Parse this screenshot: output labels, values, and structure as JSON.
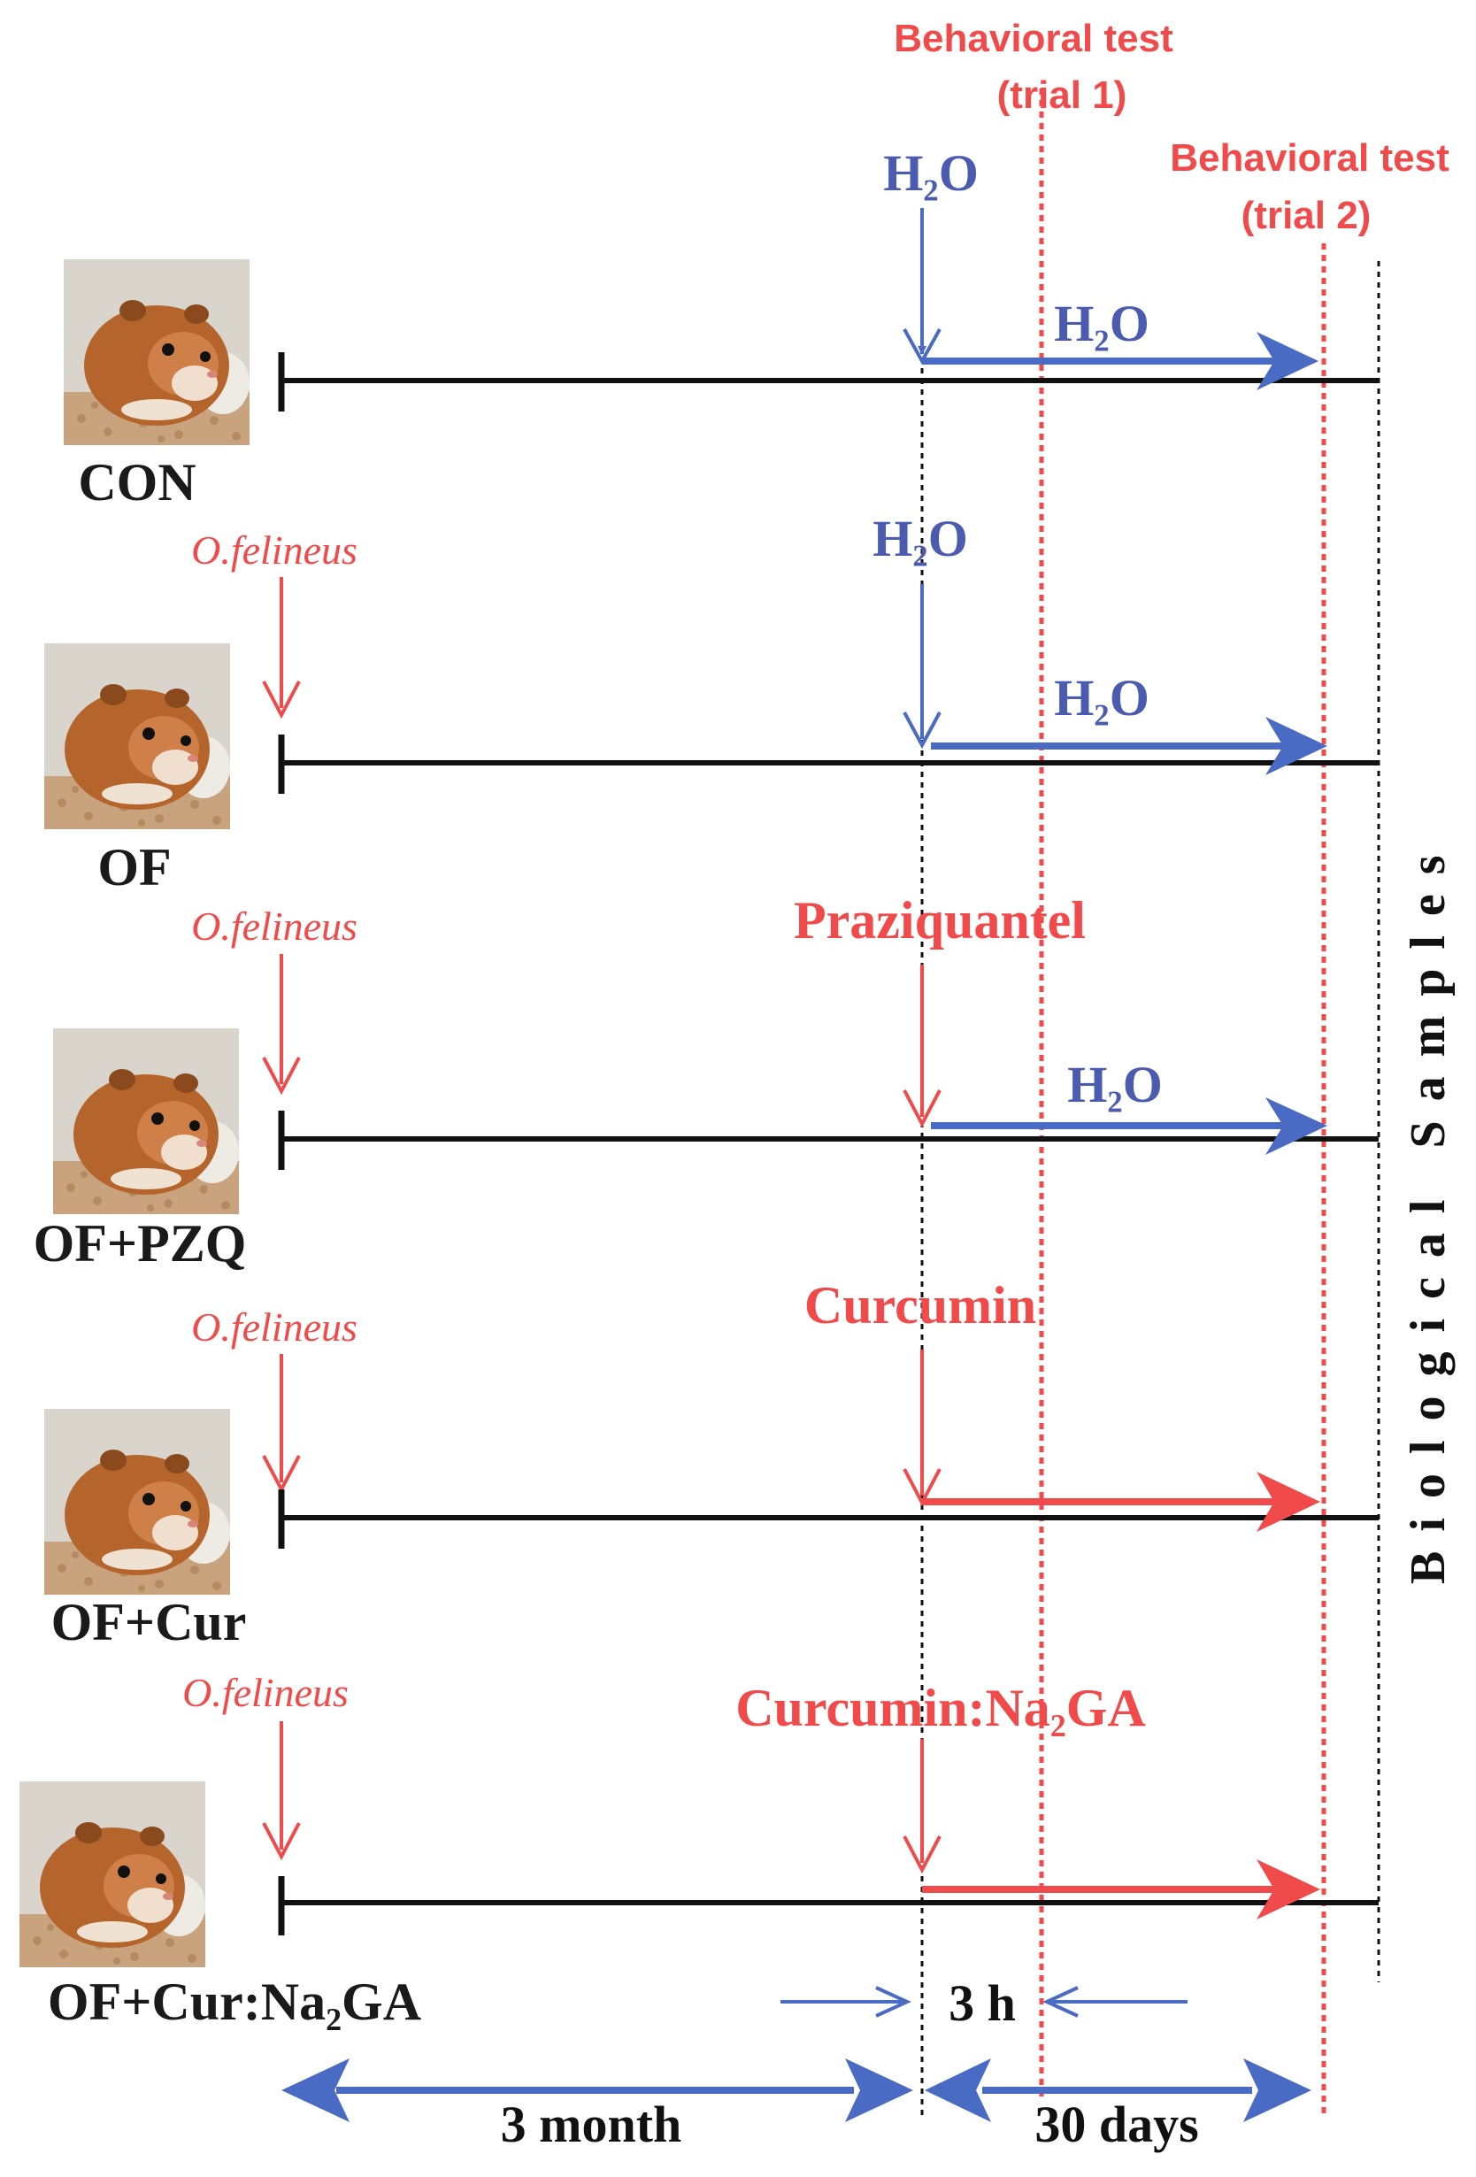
{
  "colors": {
    "red": "#f04a4a",
    "blue": "#4a6bc4",
    "black": "#111111",
    "hamster_fur": "#b5652b",
    "bedding": "#c9a27e"
  },
  "behavioral_tests": {
    "trial1_title": "Behavioral test",
    "trial1_sub": "(trial 1)",
    "trial2_title": "Behavioral test",
    "trial2_sub": "(trial 2)"
  },
  "top_label": "H₂O",
  "groups": [
    {
      "name": "CON",
      "parasite": "",
      "drug": "",
      "arrow_label": "H₂O",
      "photo_icon": "hamster-photo",
      "arrow_color": "blue"
    },
    {
      "name": "OF",
      "parasite": "O.felineus",
      "drug": "H₂O",
      "arrow_label": "H₂O",
      "photo_icon": "hamster-photo",
      "arrow_color": "blue"
    },
    {
      "name": "OF+PZQ",
      "parasite": "O.felineus",
      "drug": "Praziquantel",
      "arrow_label": "H₂O",
      "photo_icon": "hamster-photo",
      "arrow_color": "blue"
    },
    {
      "name": "OF+Cur",
      "parasite": "O.felineus",
      "drug": "Curcumin",
      "arrow_label": "",
      "photo_icon": "hamster-photo",
      "arrow_color": "red"
    },
    {
      "name": "OF+Cur:Na₂GA",
      "parasite": "O.felineus",
      "drug": "Curcumin:Na₂GA",
      "arrow_label": "",
      "photo_icon": "hamster-photo",
      "arrow_color": "red"
    }
  ],
  "vertical_label": "Biological Samples",
  "timeline": {
    "interval_short": "3 h",
    "interval_infection": "3 month",
    "interval_treatment": "30 days"
  }
}
